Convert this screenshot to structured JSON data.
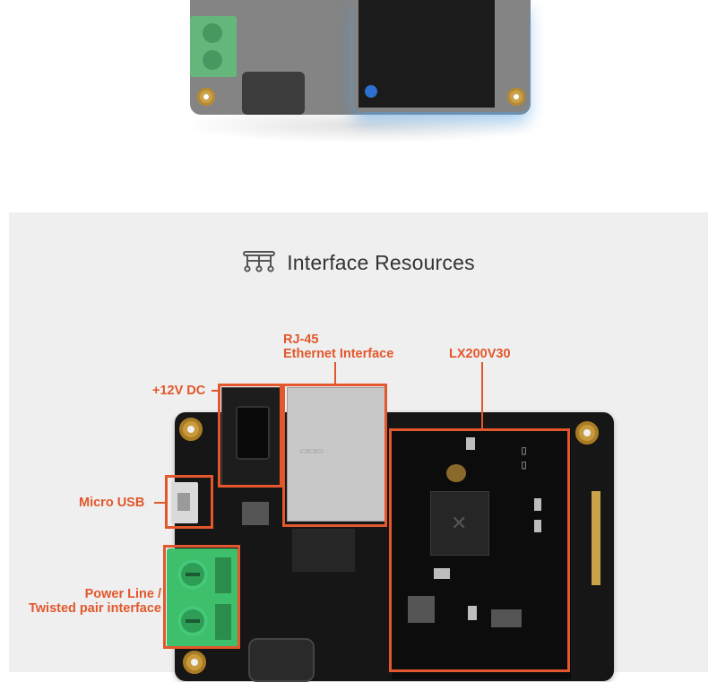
{
  "section": {
    "title": "Interface Resources"
  },
  "labels": {
    "rj45_line1": "RJ-45",
    "rj45_line2": "Ethernet Interface",
    "lx200v30": "LX200V30",
    "dc12v": "+12V DC",
    "micro_usb": "Micro USB",
    "power_line1": "Power Line /",
    "power_line2": "Twisted pair interface"
  },
  "colors": {
    "accent": "#e2572b",
    "panel_bg": "#efefef",
    "title_text": "#333333"
  },
  "icons": {
    "heading_icon": "network-topology-icon"
  }
}
